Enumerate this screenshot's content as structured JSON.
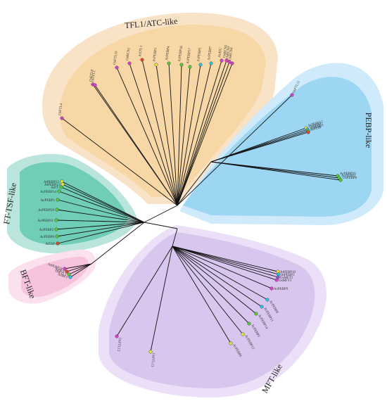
{
  "colors": {
    "tfl1_outer": "#f8e3c6",
    "tfl1_inner": "#f7d7a6",
    "pebp_outer": "#cfeafb",
    "pebp_inner": "#9dd6f3",
    "ft_outer": "#b9e5dc",
    "ft_inner": "#6fcdb8",
    "bft_outer": "#fbe1ee",
    "bft_inner": "#f6c3dd",
    "mft_outer": "#ebe0f7",
    "mft_inner": "#d9c6ef",
    "magenta": "#d63ec6",
    "cyan": "#29c3e0",
    "green": "#52c93a",
    "yellow": "#e8de3a",
    "red": "#e2452a",
    "purple": "#8e4fd6"
  },
  "clades": {
    "tfl1": "TFL1/ATC-like",
    "pebp": "PEBP-like",
    "ft": "FT-TSF-like",
    "bft": "BFT-like",
    "mft": "MFT-like"
  },
  "leaves": {
    "tfl1": [
      "OsFTL4",
      "OsFTL8",
      "OsTFL1",
      "OsFTL10",
      "OsRCN1",
      "AtTFL1",
      "AcPEBP1",
      "AcPEBP4",
      "AcPEBP16",
      "AcPEBP17",
      "AcPEBP5",
      "AcPEBP7",
      "AtATC",
      "OsRCN2",
      "OsRCN3",
      "OsRCN4"
    ],
    "pebp": [
      "OsFTL11",
      "AtPEBP12",
      "OsPEBP",
      "AtPEBP3",
      "AtPEBP",
      "AcPEBP19",
      "AcPEBP2",
      "OsPEBP8"
    ],
    "ft": [
      "AtPEBP15",
      "AtPEBP13",
      "AtFT",
      "AcPEBP14",
      "AcPEBP1",
      "AcPEBP20",
      "AcPEBP11",
      "AcPEBP2",
      "AcPEBP6",
      "AtTSF"
    ],
    "bft": [
      "AtPEBP18",
      "AtBFT",
      "OsFTL1",
      "AtMFT"
    ],
    "mft": [
      "AtPEBP10",
      "AtPEBP3",
      "OsMFT2",
      "OsMFT1",
      "AcPEBP9",
      "AcPEBP8",
      "AcPEBP11",
      "AcPEBP14",
      "AcPEBP5",
      "AcPEBP12",
      "AcPEBP6",
      "OsFTL12",
      "OsFTL13"
    ]
  }
}
